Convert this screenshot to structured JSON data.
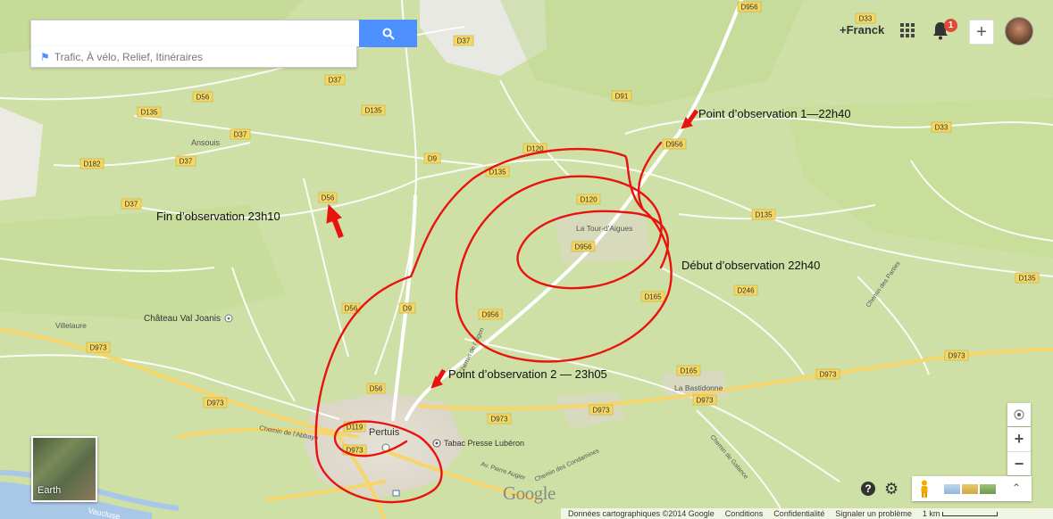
{
  "search": {
    "placeholder": "",
    "value": "",
    "suggestion": "Trafic, À vélo, Relief, Itinéraires"
  },
  "user": {
    "name": "+Franck",
    "notification_count": "1"
  },
  "annotations": [
    "Point d’observation 1—22h40",
    "Début d’observation 22h40",
    "Fin d’observation 23h10",
    "Point d’observation 2 — 23h05"
  ],
  "road_labels": [
    "D956",
    "D33",
    "D37",
    "D37",
    "D56",
    "D135",
    "D135",
    "D37",
    "D37",
    "D182",
    "D91",
    "D956",
    "D33",
    "D120",
    "D9",
    "D135",
    "D120",
    "D135",
    "D956",
    "D56",
    "D37",
    "D165",
    "D246",
    "D135",
    "D56",
    "D9",
    "D956",
    "D973",
    "D973",
    "D973",
    "D165",
    "D973",
    "D56",
    "D973",
    "D119",
    "D973",
    "D973",
    "D973"
  ],
  "place_labels": [
    "Ansouis",
    "La Tour-d'Aigues",
    "Château Val Joanis",
    "Villelaure",
    "Pertuis",
    "Tabac Presse Lubéron",
    "La Bastidonne",
    "Chemin de l'Abbaye",
    "Chemin des Parties",
    "Chemin de Galance",
    "Av. Pierre Augier",
    "Chemin des Condamines",
    "Chemin de l'Aigon",
    "Vaucluse"
  ],
  "map_controls": {
    "earth_label": "Earth",
    "zoom_in": "+",
    "zoom_out": "−"
  },
  "google_logo": "Google",
  "footer": {
    "data_credit": "Données cartographiques ©2014 Google",
    "terms": "Conditions",
    "privacy": "Confidentialité",
    "report": "Signaler un problème",
    "scale": "1 km"
  },
  "colors": {
    "map_base": "#cfe0a6",
    "road_yellow": "#f6d66a",
    "road_label_bg": "#f5d863",
    "annotation_red": "#e8130f",
    "search_blue": "#4d90fe"
  }
}
